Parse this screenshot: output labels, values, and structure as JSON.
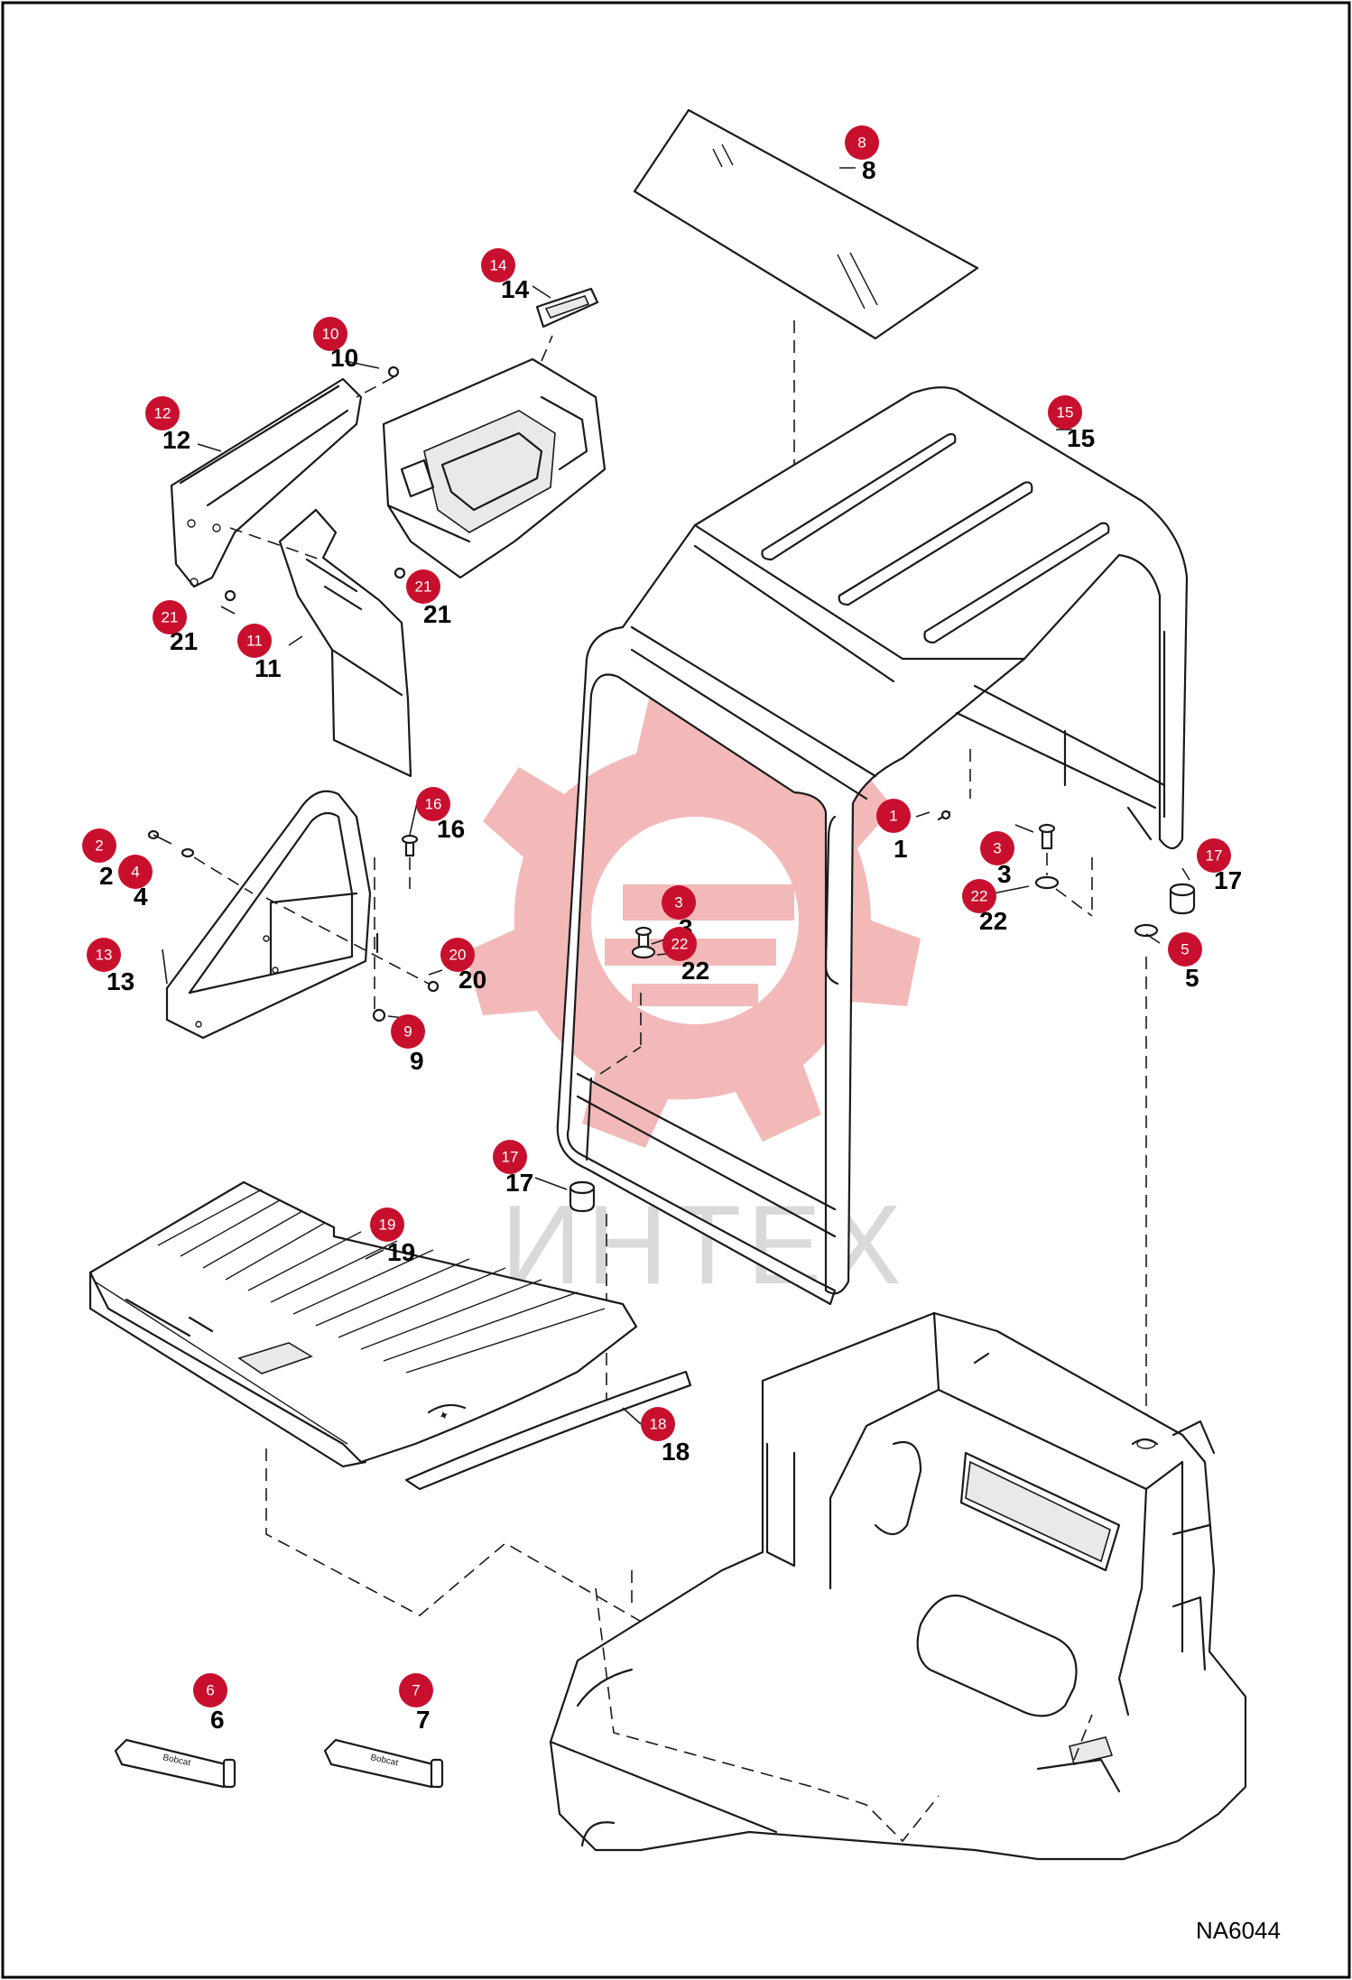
{
  "diagram_code": "NA6044",
  "watermark_text": "ИНТЕХ",
  "brand_label": "Bobcat",
  "parts": [
    {
      "n": "1"
    },
    {
      "n": "2"
    },
    {
      "n": "3"
    },
    {
      "n": "3"
    },
    {
      "n": "4"
    },
    {
      "n": "5"
    },
    {
      "n": "6"
    },
    {
      "n": "7"
    },
    {
      "n": "8"
    },
    {
      "n": "9"
    },
    {
      "n": "10"
    },
    {
      "n": "11"
    },
    {
      "n": "12"
    },
    {
      "n": "13"
    },
    {
      "n": "14"
    },
    {
      "n": "15"
    },
    {
      "n": "16"
    },
    {
      "n": "17"
    },
    {
      "n": "17"
    },
    {
      "n": "18"
    },
    {
      "n": "19"
    },
    {
      "n": "20"
    },
    {
      "n": "21"
    },
    {
      "n": "21"
    },
    {
      "n": "22"
    },
    {
      "n": "22"
    }
  ],
  "colors": {
    "callout": "#c8102e",
    "watermark": "#f3b9b9",
    "line": "#1a1a1a"
  }
}
